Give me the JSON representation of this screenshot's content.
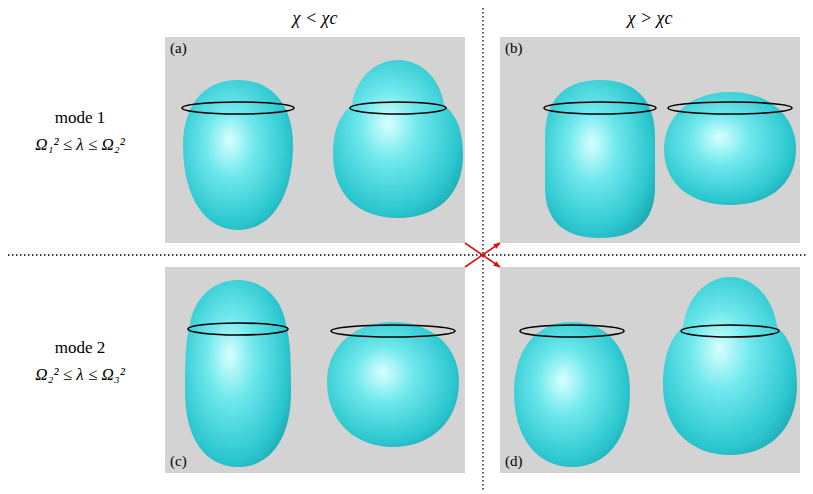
{
  "diagram": {
    "nodes": [
      {
        "text": [
          "(a)"
        ]
      },
      {
        "text": [
          "(b)"
        ]
      },
      {
        "text": [
          "(c)"
        ]
      },
      {
        "text": [
          "(d)"
        ]
      }
    ],
    "edges": [
      {
        "from": 0,
        "to": 3,
        "arrow": "to"
      },
      {
        "from": 2,
        "to": 1,
        "arrow": "to"
      }
    ],
    "labels": [
      "χ < χc",
      "χ > χc",
      "mode 1",
      "Ω₁² ≤ λ ≤ Ω₂²",
      "mode 2",
      "Ω₂² ≤ λ ≤ Ω₃²"
    ]
  }
}
